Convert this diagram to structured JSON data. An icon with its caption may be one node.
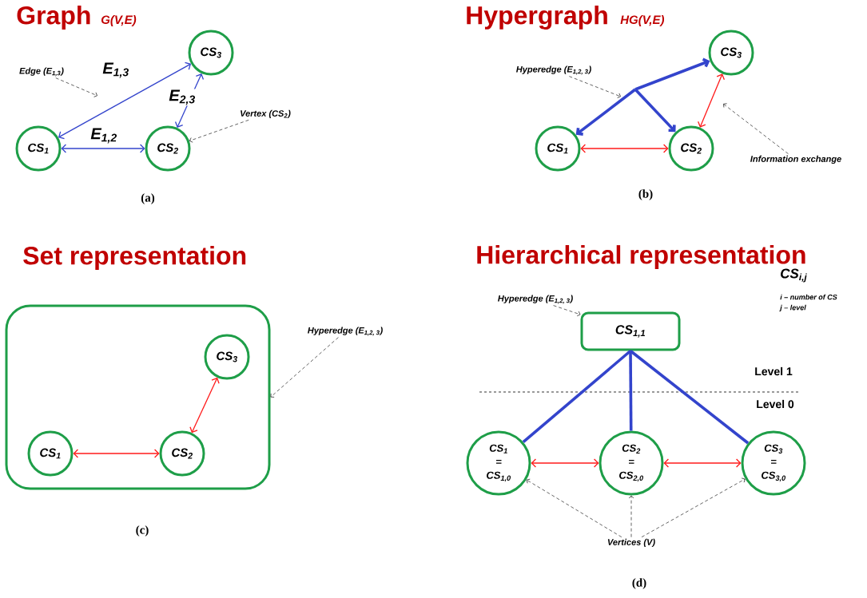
{
  "diagram": {
    "nodes": [
      {
        "text": [
          "CS$_{1}$"
        ]
      },
      {
        "text": [
          "CS$_{2}$"
        ]
      },
      {
        "text": [
          "CS$_{3}$"
        ]
      },
      {
        "text": [
          "Edge (E$_{1,3}$)"
        ]
      },
      {
        "text": [
          "Vertex (CS$_{2}$)"
        ]
      },
      {
        "text": [
          "CS$_{1}$"
        ]
      },
      {
        "text": [
          "CS$_{2}$"
        ]
      },
      {
        "text": [
          "CS$_{3}$"
        ]
      },
      {
        "text": [
          "Hyperedge (E$_{1,2, 3}$)"
        ]
      },
      {
        "text": [
          "Information exchange"
        ]
      },
      {
        "text": [],
        "shape": "box"
      },
      {
        "text": [
          "CS$_{1}$"
        ],
        "in": 10
      },
      {
        "text": [
          "CS$_{2}$"
        ],
        "in": 10
      },
      {
        "text": [
          "CS$_{3}$"
        ],
        "in": 10
      },
      {
        "text": [
          "Hyperedge (E$_{1,2, 3}$)"
        ]
      },
      {
        "text": [
          "CS$_{1,1}$"
        ]
      },
      {
        "text": [
          "Hyperedge (E$_{1,2, 3}$)"
        ]
      },
      {
        "text": [
          "CS$_{1}$ = CS$_{1,0}$"
        ]
      },
      {
        "text": [
          "CS$_{2}$ = CS$_{2,0}$"
        ]
      },
      {
        "text": [
          "CS$_{3}$ = CS$_{3,0}$"
        ]
      },
      {
        "text": [
          "Vertices (V)"
        ]
      }
    ],
    "edges": [
      {
        "from": 0,
        "to": 1,
        "arrow": "both",
        "label": "E$_{1,2}$",
        "color": "#3344cc"
      },
      {
        "from": 0,
        "to": 2,
        "arrow": "both",
        "label": "E$_{1,3}$",
        "color": "#3344cc"
      },
      {
        "from": 1,
        "to": 2,
        "arrow": "both",
        "label": "E$_{2,3}$",
        "color": "#3344cc"
      },
      {
        "from": 3,
        "to": null,
        "arrow": "to",
        "style": "dashed",
        "color": "#222222"
      },
      {
        "from": 4,
        "to": 1,
        "arrow": "to",
        "style": "dashed",
        "color": "#222222"
      },
      {
        "from": null,
        "to": 5,
        "arrow": "to",
        "style": "thick",
        "color": "#3344cc"
      },
      {
        "from": null,
        "to": 6,
        "arrow": "to",
        "style": "thick",
        "color": "#3344cc"
      },
      {
        "from": null,
        "to": 7,
        "arrow": "to",
        "style": "thick",
        "color": "#3344cc"
      },
      {
        "from": 5,
        "to": 6,
        "arrow": "both",
        "color": "#ff1a1a"
      },
      {
        "from": 6,
        "to": 7,
        "arrow": "both",
        "color": "#ff1a1a"
      },
      {
        "from": 8,
        "to": null,
        "arrow": "to",
        "style": "dashed",
        "color": "#222222"
      },
      {
        "from": 9,
        "to": null,
        "arrow": "to",
        "style": "dashed",
        "color": "#222222"
      },
      {
        "from": 11,
        "to": 12,
        "arrow": "both",
        "color": "#ff1a1a"
      },
      {
        "from": 12,
        "to": 13,
        "arrow": "both",
        "color": "#ff1a1a"
      },
      {
        "from": 14,
        "to": 10,
        "arrow": "to",
        "style": "dashed",
        "color": "#222222"
      },
      {
        "from": 16,
        "to": 15,
        "arrow": "to",
        "style": "dashed",
        "color": "#222222"
      },
      {
        "from": 15,
        "to": 17,
        "arrow": "none",
        "style": "thick",
        "color": "#3344cc"
      },
      {
        "from": 15,
        "to": 18,
        "arrow": "none",
        "style": "thick",
        "color": "#3344cc"
      },
      {
        "from": 15,
        "to": 19,
        "arrow": "none",
        "style": "thick",
        "color": "#3344cc"
      },
      {
        "from": 17,
        "to": 18,
        "arrow": "both",
        "color": "#ff1a1a"
      },
      {
        "from": 18,
        "to": 19,
        "arrow": "both",
        "color": "#ff1a1a"
      },
      {
        "from": 20,
        "to": 17,
        "arrow": "to",
        "style": "dashed",
        "color": "#222222"
      },
      {
        "from": 20,
        "to": 18,
        "arrow": "to",
        "style": "dashed",
        "color": "#222222"
      },
      {
        "from": 20,
        "to": 19,
        "arrow": "to",
        "style": "dashed",
        "color": "#222222"
      }
    ],
    "labels": [
      "Graph",
      "G(V,E)",
      "Hypergraph",
      "HG(V,E)",
      "(a)",
      "(b)",
      "Set representation",
      "Hierarchical representation",
      "CS$_{i,j}$",
      "i – number of CS",
      "j – level",
      "Level 1",
      "Level 0",
      "(c)",
      "(d)"
    ]
  }
}
